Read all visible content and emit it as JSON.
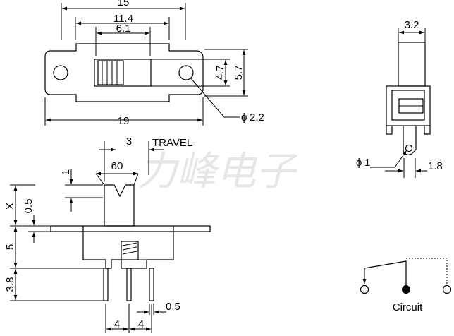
{
  "watermark": "力峰电子",
  "dimensions": {
    "top_width_15": "15",
    "inner_width_11_4": "11.4",
    "slot_width_6_1": "6.1",
    "overall_length_19": "19",
    "height_4_7": "4.7",
    "height_5_7": "5.7",
    "hole_diameter_2_2": "2.2",
    "side_width_3_2": "3.2",
    "pin_hole_diameter_1": "1",
    "pin_thickness_1_8": "1.8",
    "travel_value_3": "3",
    "travel_label": "TRAVEL",
    "actuator_angle_60": "60",
    "actuator_1": "1",
    "x_label": "X",
    "gap_0_5": "0.5",
    "body_height_5": "5",
    "pin_length_3_8": "3.8",
    "pin_pitch_left_4": "4",
    "pin_pitch_right_4": "4",
    "pin_width_0_5": "0.5"
  },
  "symbols": {
    "phi": "ϕ"
  },
  "circuit": {
    "label": "Circuit"
  }
}
